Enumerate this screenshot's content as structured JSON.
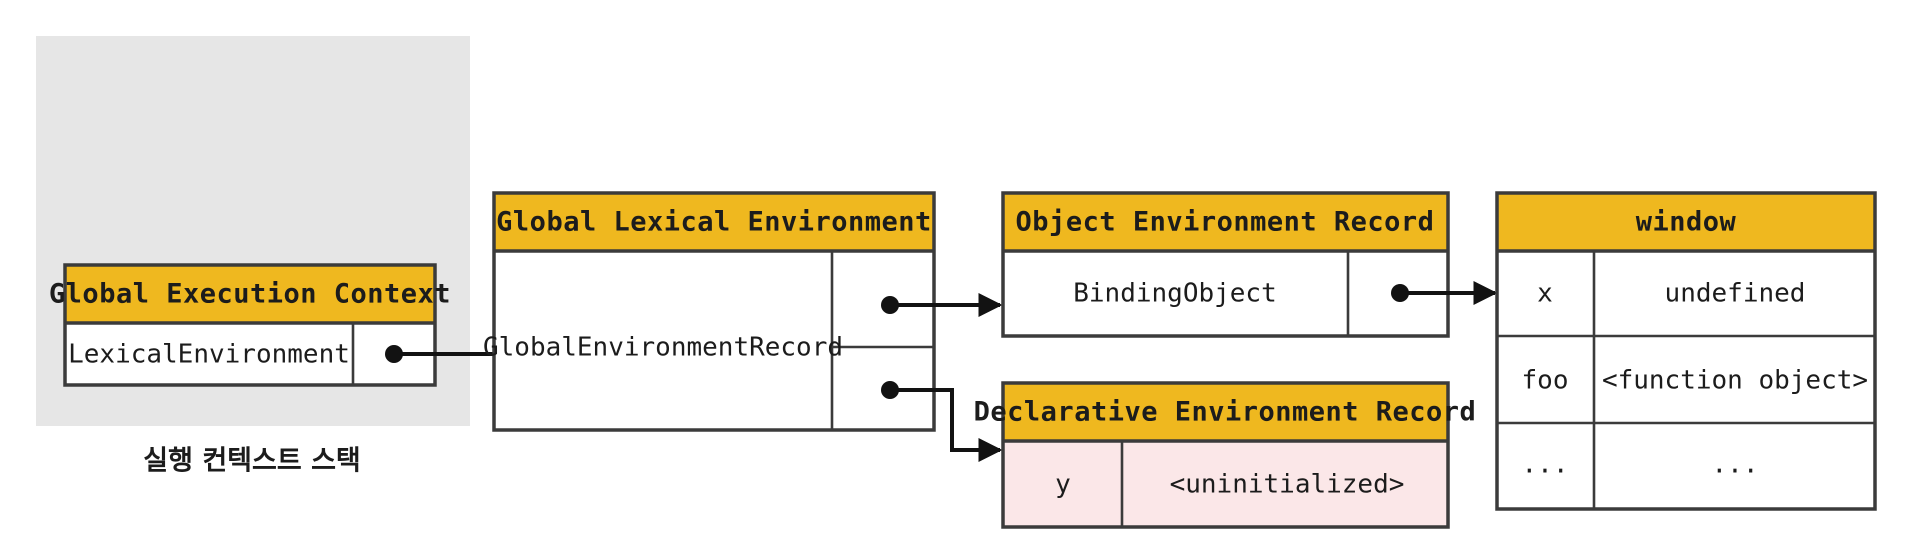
{
  "diagram": {
    "title_caption": "실행 컨텍스트 스택",
    "colors": {
      "header_yellow": "#efb81f",
      "stack_panel_gray": "#e6e6e6",
      "pending_pink": "#fbe7e8",
      "border": "#3b3b3b",
      "connector": "#121212",
      "box_white": "#ffffff"
    },
    "stack_panel": {
      "caption": "실행 컨텍스트 스택"
    },
    "boxes": {
      "global_execution_context": {
        "header": "Global Execution Context",
        "rows": [
          {
            "label": "LexicalEnvironment",
            "pointer": true
          }
        ]
      },
      "global_lexical_environment": {
        "header": "Global Lexical Environment",
        "record_label": "GlobalEnvironmentRecord",
        "pointers": [
          {
            "target": "Object Environment Record"
          },
          {
            "target": "Declarative Environment Record"
          }
        ]
      },
      "object_environment_record": {
        "header": "Object Environment Record",
        "rows": [
          {
            "label": "BindingObject",
            "pointer": true
          }
        ]
      },
      "declarative_environment_record": {
        "header": "Declarative Environment Record",
        "rows": [
          {
            "key": "y",
            "value": "<uninitialized>",
            "highlighted": true
          }
        ]
      },
      "window_object": {
        "header": "window",
        "rows": [
          {
            "key": "x",
            "value": "undefined"
          },
          {
            "key": "foo",
            "value": "<function object>"
          },
          {
            "key": "...",
            "value": "..."
          }
        ]
      }
    }
  }
}
